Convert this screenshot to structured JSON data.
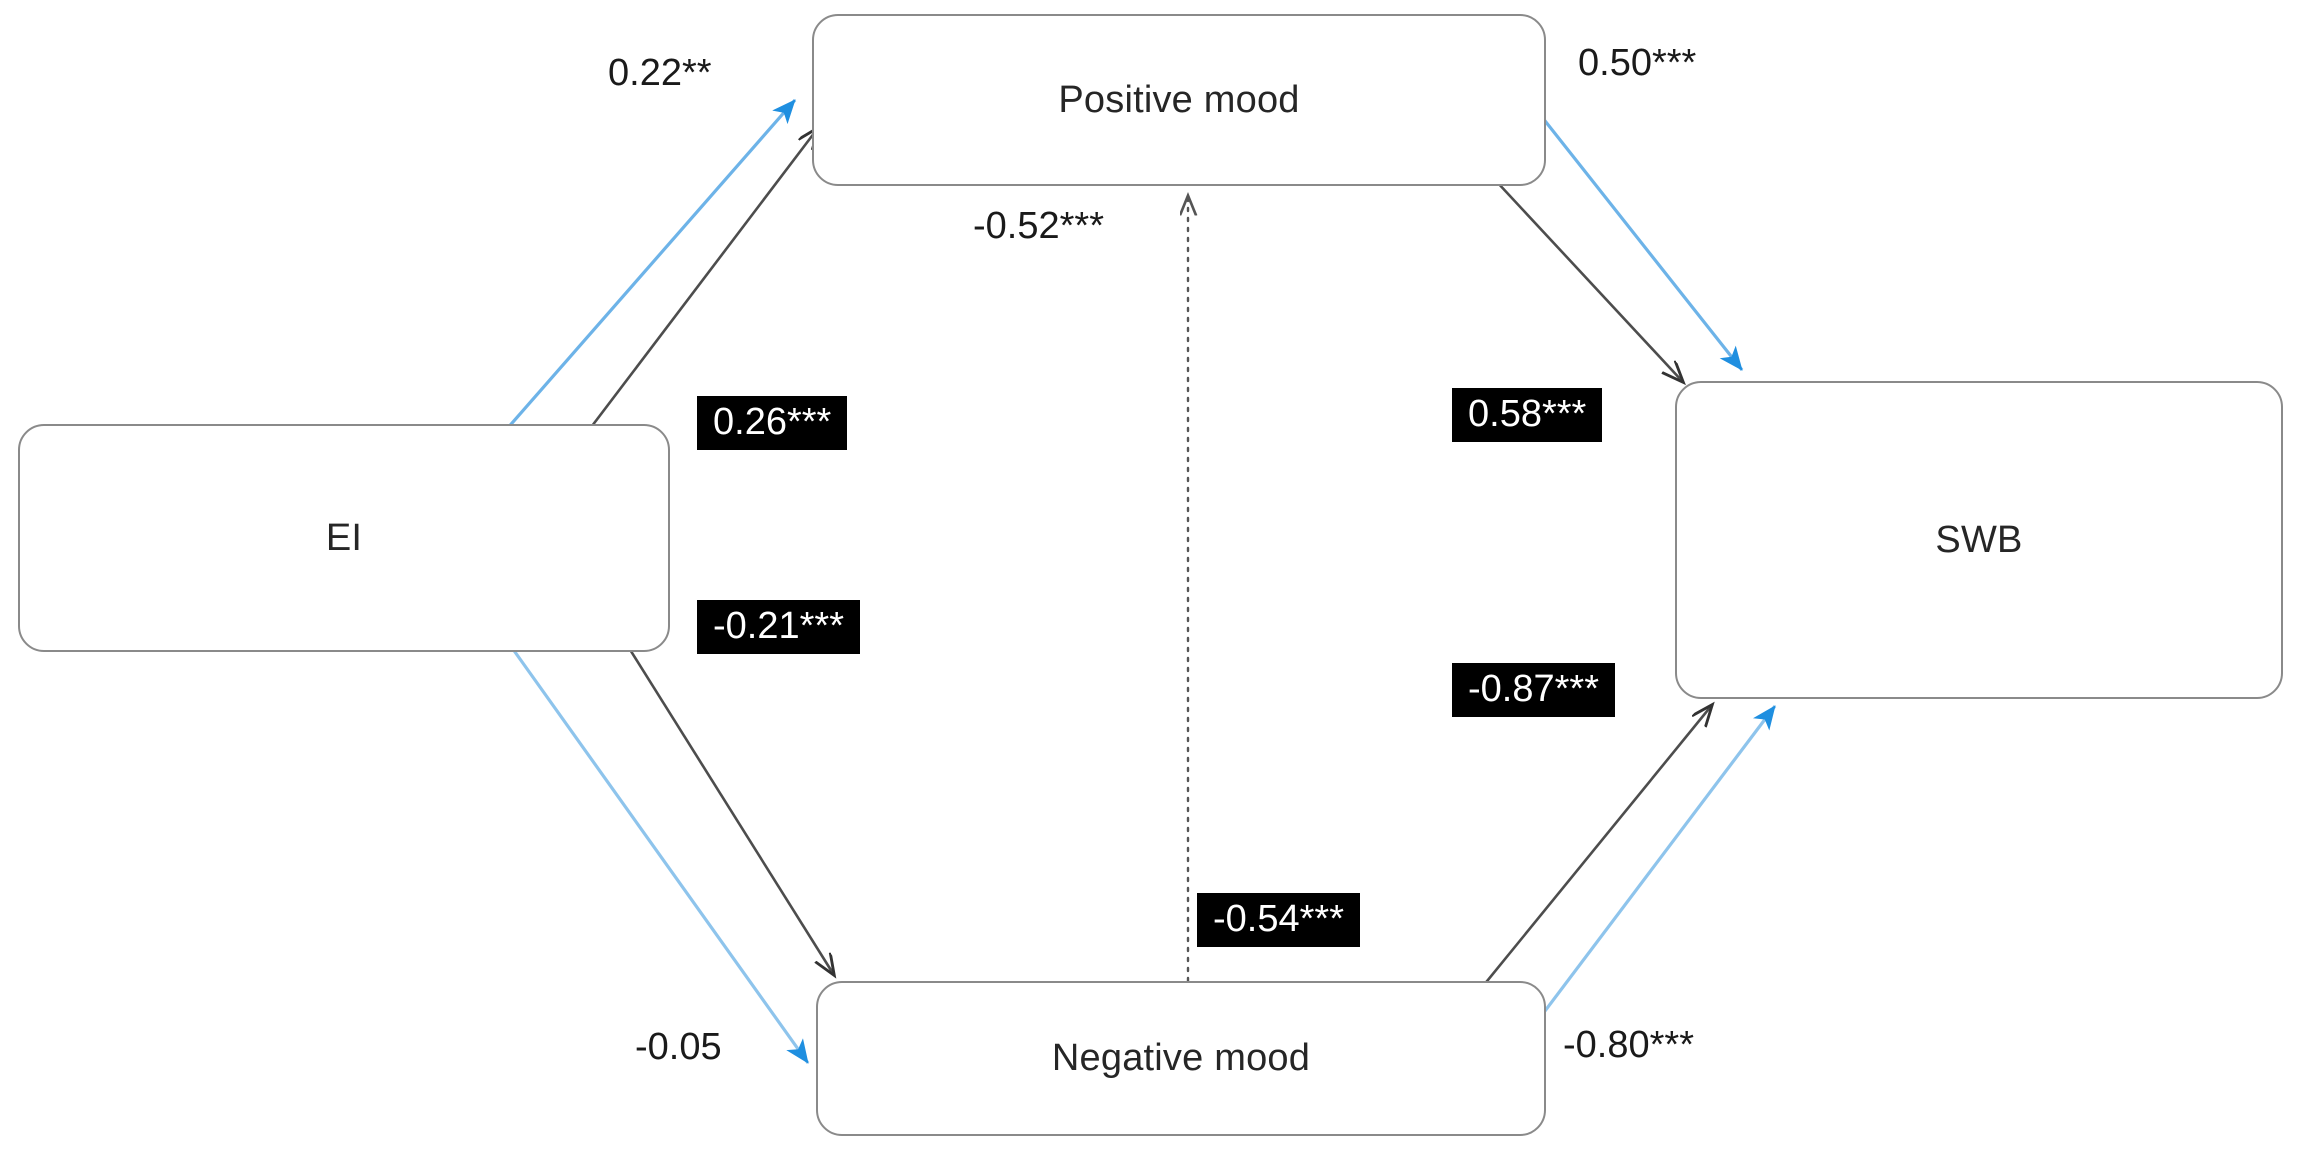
{
  "figure": {
    "type": "path-diagram",
    "background_color": "#ffffff",
    "direct_effect_color": "#3d9ae0",
    "indirect_effect_color": "#595959",
    "chip_background_color": "#000000",
    "chip_text_color": "#ffffff",
    "node_border_color": "#8a8a8a"
  },
  "nodes": [
    {
      "id": "ei",
      "label": "EI"
    },
    {
      "id": "positive_mood",
      "label": "Positive mood"
    },
    {
      "id": "negative_mood",
      "label": "Negative mood"
    },
    {
      "id": "swb",
      "label": "SWB"
    }
  ],
  "edges": [
    {
      "id": "ei-pm-blue",
      "from": "ei",
      "to": "positive_mood",
      "coefficient": "0.22**",
      "value": 0.22,
      "significance": "**",
      "style": "solid",
      "color": "blue",
      "label_style": "plain"
    },
    {
      "id": "ei-pm-gray",
      "from": "ei",
      "to": "positive_mood",
      "coefficient": "0.26***",
      "value": 0.26,
      "significance": "***",
      "style": "solid",
      "color": "gray",
      "label_style": "chip"
    },
    {
      "id": "pm-swb-blue",
      "from": "positive_mood",
      "to": "swb",
      "coefficient": "0.50***",
      "value": 0.5,
      "significance": "***",
      "style": "solid",
      "color": "blue",
      "label_style": "plain"
    },
    {
      "id": "pm-swb-gray",
      "from": "positive_mood",
      "to": "swb",
      "coefficient": "0.58***",
      "value": 0.58,
      "significance": "***",
      "style": "solid",
      "color": "gray",
      "label_style": "chip"
    },
    {
      "id": "ei-nm-blue",
      "from": "ei",
      "to": "negative_mood",
      "coefficient": "-0.05",
      "value": -0.05,
      "significance": "",
      "style": "solid",
      "color": "blue",
      "label_style": "plain"
    },
    {
      "id": "ei-nm-gray",
      "from": "ei",
      "to": "negative_mood",
      "coefficient": "-0.21***",
      "value": -0.21,
      "significance": "***",
      "style": "solid",
      "color": "gray",
      "label_style": "chip"
    },
    {
      "id": "nm-swb-blue",
      "from": "negative_mood",
      "to": "swb",
      "coefficient": "-0.80***",
      "value": -0.8,
      "significance": "***",
      "style": "solid",
      "color": "blue",
      "label_style": "plain"
    },
    {
      "id": "nm-swb-gray",
      "from": "negative_mood",
      "to": "swb",
      "coefficient": "-0.87***",
      "value": -0.87,
      "significance": "***",
      "style": "solid",
      "color": "gray",
      "label_style": "chip"
    },
    {
      "id": "nm-pm-dotted",
      "from": "negative_mood",
      "to": "positive_mood",
      "coefficient": "-0.52***",
      "value": -0.52,
      "significance": "***",
      "style": "dotted",
      "color": "gray",
      "label_style": "plain"
    },
    {
      "id": "nm-pm-chip",
      "from": "negative_mood",
      "to": "positive_mood",
      "coefficient": "-0.54***",
      "value": -0.54,
      "significance": "***",
      "style": "dotted",
      "color": "gray",
      "label_style": "chip"
    }
  ],
  "chart_data": {
    "type": "diagram",
    "title": "",
    "nodes": [
      "EI",
      "Positive mood",
      "Negative mood",
      "SWB"
    ],
    "paths": [
      {
        "source": "EI",
        "target": "Positive mood",
        "estimate": 0.22,
        "label": "0.22**",
        "series": "blue"
      },
      {
        "source": "EI",
        "target": "Positive mood",
        "estimate": 0.26,
        "label": "0.26***",
        "series": "gray"
      },
      {
        "source": "EI",
        "target": "Negative mood",
        "estimate": -0.05,
        "label": "-0.05",
        "series": "blue"
      },
      {
        "source": "EI",
        "target": "Negative mood",
        "estimate": -0.21,
        "label": "-0.21***",
        "series": "gray"
      },
      {
        "source": "Positive mood",
        "target": "SWB",
        "estimate": 0.5,
        "label": "0.50***",
        "series": "blue"
      },
      {
        "source": "Positive mood",
        "target": "SWB",
        "estimate": 0.58,
        "label": "0.58***",
        "series": "gray"
      },
      {
        "source": "Negative mood",
        "target": "SWB",
        "estimate": -0.8,
        "label": "-0.80***",
        "series": "blue"
      },
      {
        "source": "Negative mood",
        "target": "SWB",
        "estimate": -0.87,
        "label": "-0.87***",
        "series": "gray"
      },
      {
        "source": "Negative mood",
        "target": "Positive mood",
        "estimate": -0.52,
        "label": "-0.52***",
        "series": "dotted"
      },
      {
        "source": "Negative mood",
        "target": "Positive mood",
        "estimate": -0.54,
        "label": "-0.54***",
        "series": "dotted-chip"
      }
    ]
  }
}
